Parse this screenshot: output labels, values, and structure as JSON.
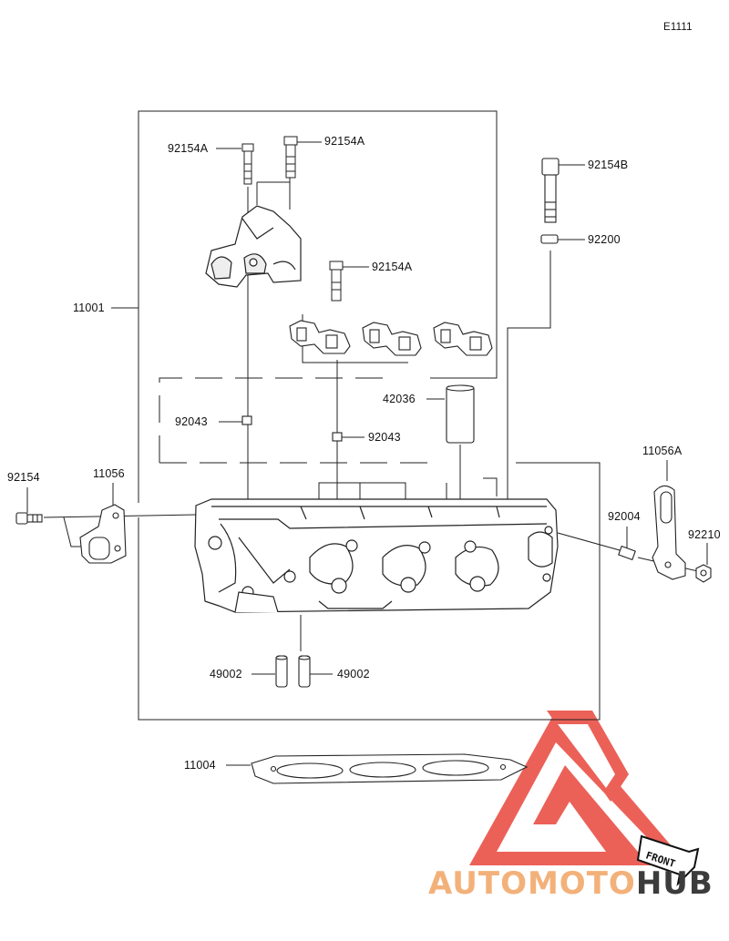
{
  "diagram_id": "E1111",
  "watermark": {
    "part1": "AUTOMOTO",
    "part2": "HUB",
    "front_label": "FRONT"
  },
  "labels": {
    "p92154A_left": "92154A",
    "p92154A_top": "92154A",
    "p92154A_mid": "92154A",
    "p92154B": "92154B",
    "p92200": "92200",
    "p11001": "11001",
    "p42036": "42036",
    "p92043_left": "92043",
    "p92043_mid": "92043",
    "p11056A": "11056A",
    "p92154": "92154",
    "p11056": "11056",
    "p92004": "92004",
    "p92210": "92210",
    "p49002_left": "49002",
    "p49002_right": "49002",
    "p11004": "11004"
  },
  "colors": {
    "line": "#222222",
    "watermark_red": "#e8463c",
    "watermark_orange": "#f3b17a",
    "watermark_dark": "#3c3c3c"
  }
}
